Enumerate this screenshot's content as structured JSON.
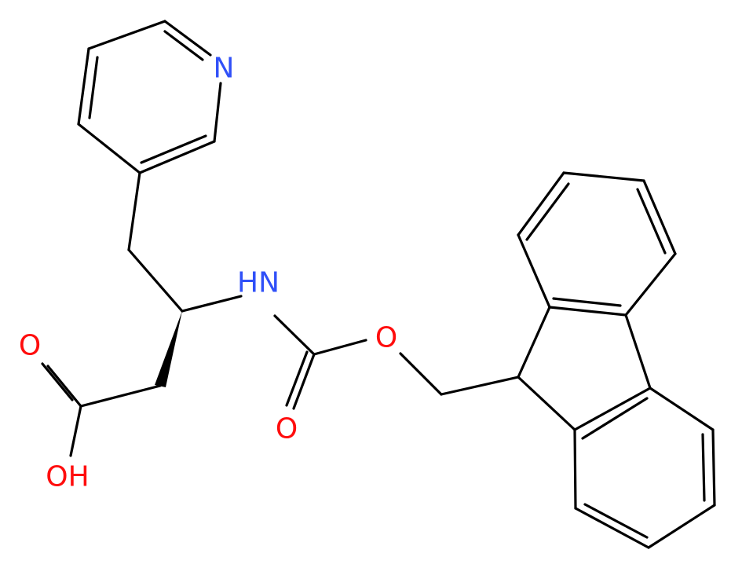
{
  "molecule": {
    "atom_labels": {
      "pyridine_n": "N",
      "amide_nh": "HN",
      "acid_carbonyl_o": "O",
      "acid_hydroxyl": "OH",
      "carbamate_carbonyl_o": "O",
      "carbamate_ester_o": "O"
    },
    "colors": {
      "bond": "#000000",
      "nitrogen": "#3050F8",
      "oxygen": "#FF0D0D"
    },
    "stereocenter": "wedge"
  }
}
